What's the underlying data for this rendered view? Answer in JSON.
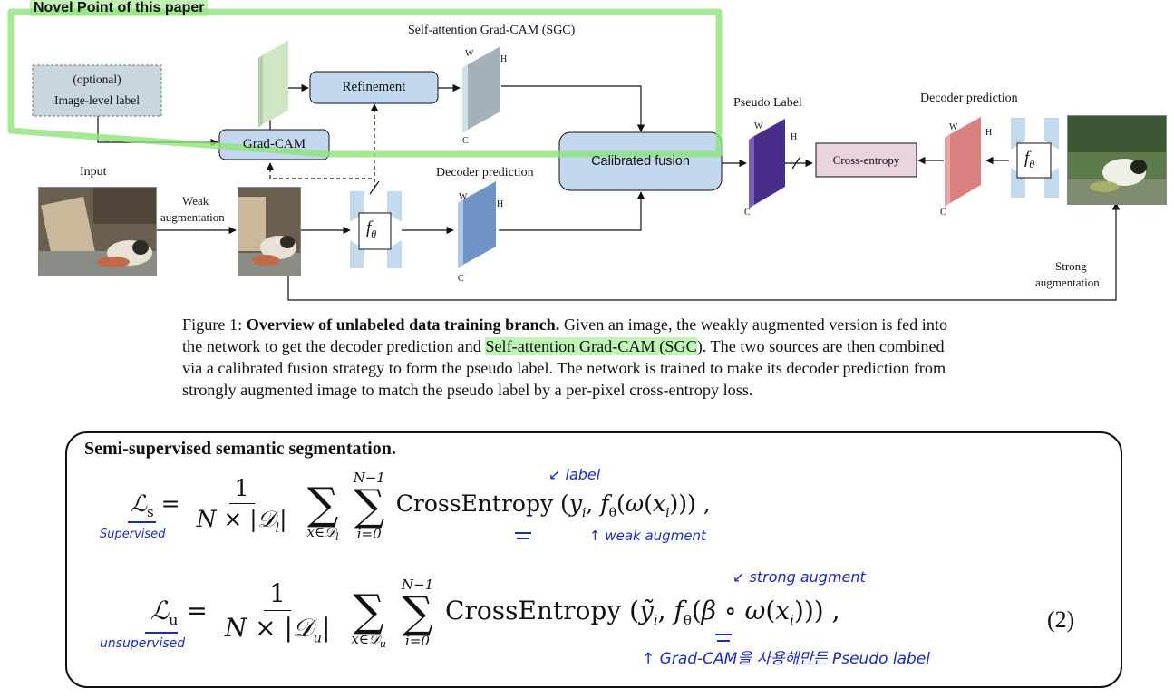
{
  "novel_point_label": "Novel Point of this paper",
  "diagram": {
    "sgc_title": "Self-attention Grad-CAM (SGC)",
    "optional_label_line1": "(optional)",
    "optional_label_line2": "Image-level label",
    "refinement": "Refinement",
    "gradcam": "Grad-CAM",
    "calibrated_fusion": "Calibrated fusion",
    "input_label": "Input",
    "weak_aug_line1": "Weak",
    "weak_aug_line2": "augmentation",
    "decoder_prediction_left": "Decoder prediction",
    "decoder_prediction_right": "Decoder prediction",
    "pseudo_label": "Pseudo Label",
    "cross_entropy": "Cross-entropy",
    "strong_aug_line1": "Strong",
    "strong_aug_line2": "augmentation",
    "axis_w": "W",
    "axis_h": "H",
    "axis_c": "C",
    "f_theta": "f",
    "f_theta_sub": "θ",
    "colors": {
      "green_feat": "#cfe6c4",
      "gray_sgc": "#a3b1b9",
      "blue_pred": "#6f93c4",
      "purple_label": "#4a2d8a",
      "red_pred": "#d98080",
      "box_blue": "#c3d7ef",
      "box_pink": "#ead3e0",
      "box_gray": "#c9d7dc",
      "highlight_green": "#8fe37a"
    }
  },
  "caption": {
    "fig": "Figure 1:",
    "bold": "Overview of unlabeled data training branch.",
    "text1": "Given an image, the weakly augmented version is fed into the network to get the decoder prediction and",
    "highlight": "Self-attention Grad-CAM (SGC",
    "text2": "). The two sources are then combined via a calibrated fusion strategy to form the pseudo label. The network is trained to make its decoder prediction from strongly augmented image to match the pseudo label by a per-pixel cross-entropy loss."
  },
  "semi": {
    "heading": "Semi-supervised semantic segmentation.",
    "ce": "CrossEntropy",
    "eq_number": "(2)"
  },
  "notes": {
    "label": "label",
    "weak_augment": "weak augment",
    "supervised": "Supervised",
    "strong_augment": "strong augment",
    "unsupervised": "unsupervised",
    "gradcam_note": "Grad-CAM을 사용해만든 Pseudo label"
  }
}
